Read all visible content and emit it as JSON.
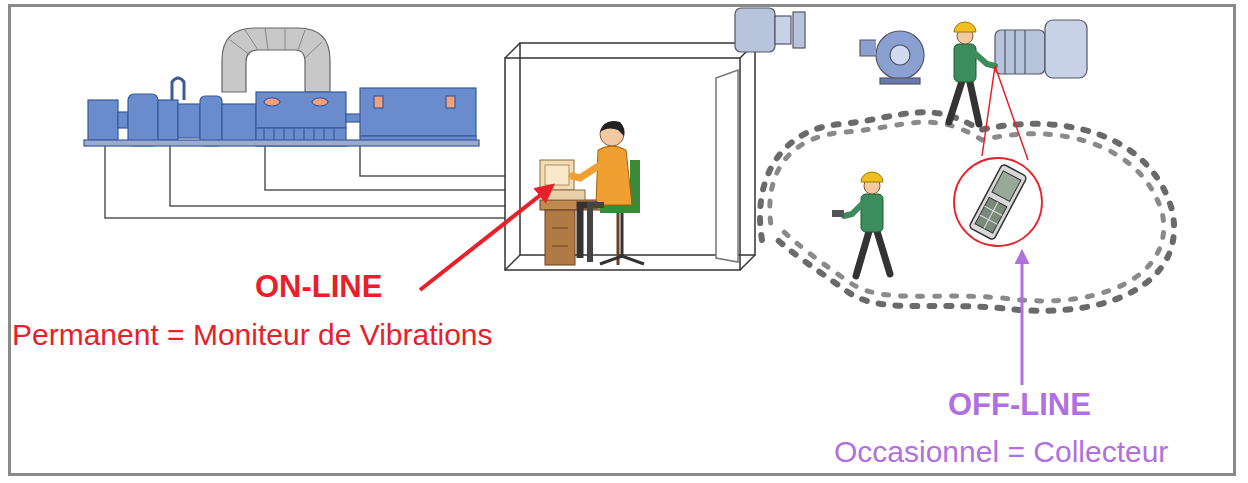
{
  "diagram": {
    "labels": [
      "ON-LINE",
      "Permanent = Moniteur de Vibrations",
      "OFF-LINE",
      "Occasionnel = Collecteur"
    ]
  }
}
